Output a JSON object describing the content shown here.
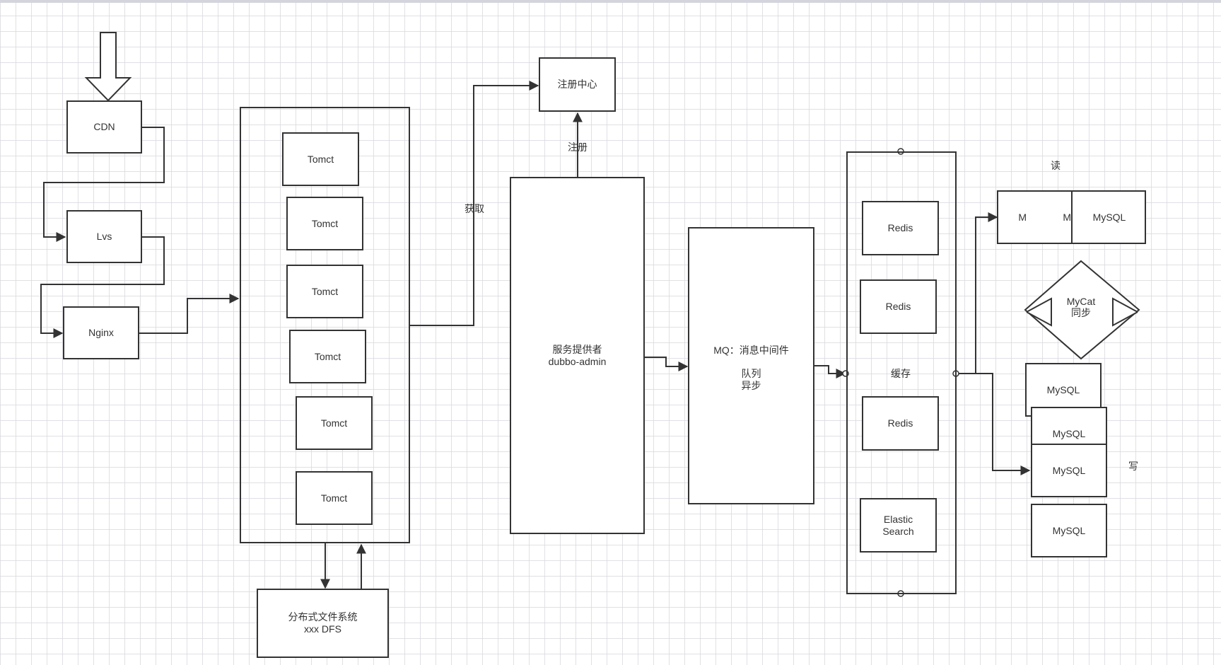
{
  "nodes": {
    "cdn": "CDN",
    "lvs": "Lvs",
    "nginx": "Nginx",
    "tomcat": [
      "Tomct",
      "Tomct",
      "Tomct",
      "Tomct",
      "Tomct",
      "Tomct"
    ],
    "dfs": [
      "分布式文件系统",
      "xxx DFS"
    ],
    "registry": "注册中心",
    "provider": [
      "服务提供者",
      "dubbo-admin"
    ],
    "mq": [
      "MQ：消息中间件",
      "队列",
      "异步"
    ],
    "cache": {
      "redis": [
        "Redis",
        "Redis",
        "Redis"
      ],
      "label": "缓存",
      "search": [
        "Elastic",
        "Search"
      ]
    },
    "db": {
      "read_row": [
        "M",
        "M",
        "MySQL"
      ],
      "mycat": [
        "MyCat",
        "同步"
      ],
      "mysql": [
        "MySQL",
        "MySQL",
        "MySQL",
        "MySQL"
      ]
    }
  },
  "edge_labels": {
    "fetch": "获取",
    "register": "注册",
    "read": "读",
    "write": "写"
  },
  "colors": {
    "stroke": "#333333",
    "grid": "#d7d7de"
  }
}
